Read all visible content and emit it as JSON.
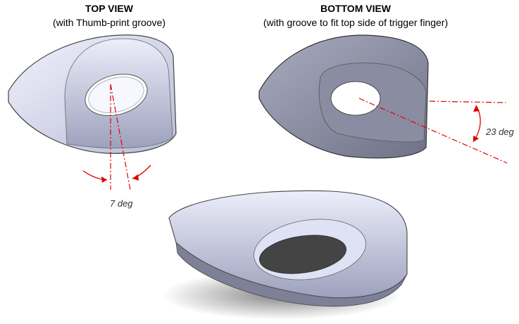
{
  "top_view": {
    "title": "TOP VIEW",
    "subtitle": "(with Thumb-print groove)",
    "angle_label": "7 deg"
  },
  "bottom_view": {
    "title": "BOTTOM VIEW",
    "subtitle": "(with groove to fit top side of trigger finger)",
    "angle_label": "23 deg"
  },
  "colors": {
    "part_light": "#e4e6f8",
    "part_mid": "#b8bbd8",
    "part_dark": "#7d8096",
    "axis_red": "#e00000"
  }
}
